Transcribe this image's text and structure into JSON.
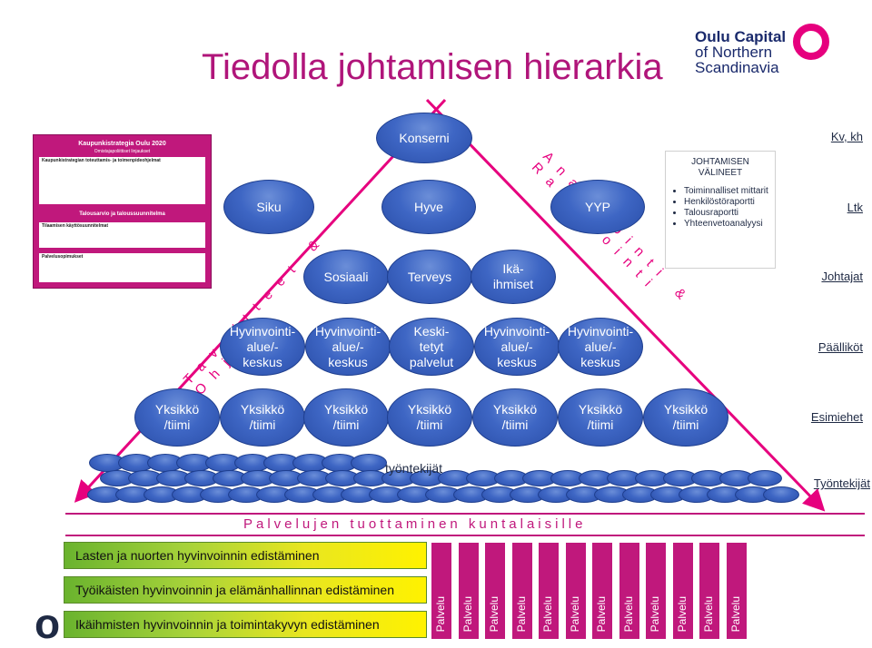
{
  "title": "Tiedolla johtamisen hierarkia",
  "logo": {
    "line1": "Oulu Capital",
    "line2": "of Northern",
    "line3": "Scandinavia"
  },
  "thumbnail": {
    "title": "Kaupunkistrategia Oulu 2020",
    "sub1": "Omistajapoliittiset linjaukset",
    "row1": "Kaupunkistrategian toteuttamis- ja toimenpideohjelmat",
    "row2": "Talousarvio ja taloussuunnitelma",
    "row3": "Tilaamisen käyttösuunnitelmat",
    "row4": "Palvelusopimukset"
  },
  "tiers": {
    "konserni": "Konserni",
    "siku": "Siku",
    "hyve": "Hyve",
    "yyp": "YYP",
    "sosiaali": "Sosiaali",
    "terveys": "Terveys",
    "ikaihmiset": "Ikä- ihmiset",
    "hyvinvointi": "Hyvinvointi- alue/-keskus",
    "keskitetyt": "Keski- tetyt palvelut",
    "yksikko": "Yksikkö /tiimi",
    "tyontekijat": "työntekijät"
  },
  "levels": [
    "Kv, kh",
    "Ltk",
    "Johtajat",
    "Päälliköt",
    "Esimiehet",
    "Työntekijät"
  ],
  "tools": {
    "heading": "JOHTAMISEN VÄLINEET",
    "items": [
      "Toiminnalliset mittarit",
      "Henkilöstöraportti",
      "Talousraportti",
      "Yhteenvetoanalyysi"
    ]
  },
  "arrows": {
    "left": "Tavoitteet & Ohjaus",
    "right": "Analysointi & Raportointi"
  },
  "banner": "Palvelujen tuottaminen kuntalaisille",
  "bars": [
    {
      "label": "Lasten ja nuorten hyvinvoinnin edistäminen"
    },
    {
      "label": "Työikäisten hyvinvoinnin ja elämänhallinnan edistäminen"
    },
    {
      "label": "Ikäihmisten hyvinvoinnin ja toimintakyvyn edistäminen"
    }
  ],
  "palvelu_label": "Palvelu",
  "colors": {
    "magenta": "#c0187c",
    "blue": "#3e66c4",
    "green": "#8cc63f",
    "yellow": "#ffe600"
  }
}
